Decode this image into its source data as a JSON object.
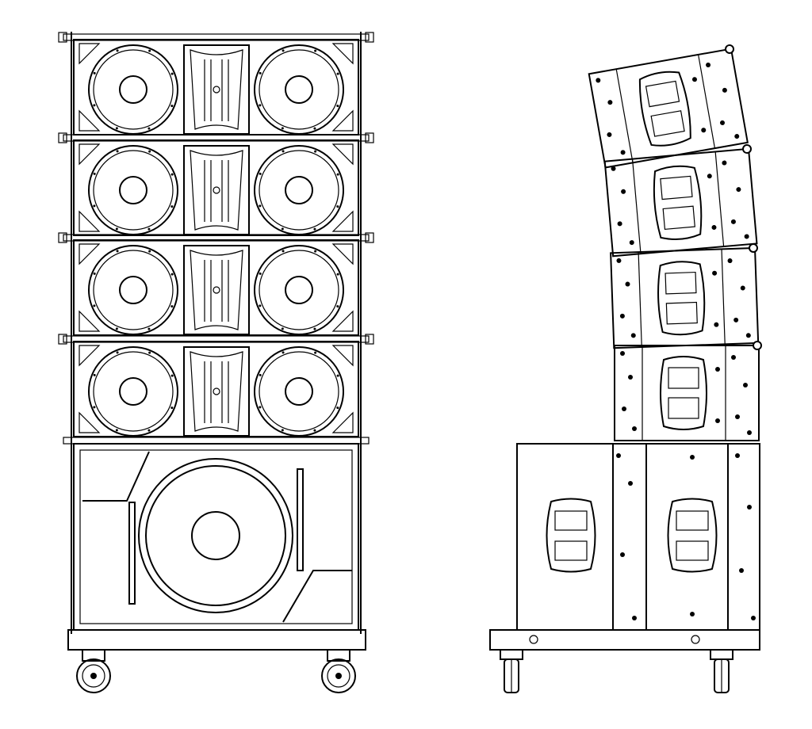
{
  "drawing": {
    "line_color": "#000000",
    "background_color": "#ffffff",
    "front_view": {
      "top_module_count": 4,
      "subwoofer_count": 1,
      "caster_count": 2
    },
    "side_view": {
      "top_module_count": 4,
      "top_module_splay_deg": [
        10,
        5,
        2,
        0
      ],
      "subwoofer_count": 1,
      "caster_count": 2
    }
  }
}
